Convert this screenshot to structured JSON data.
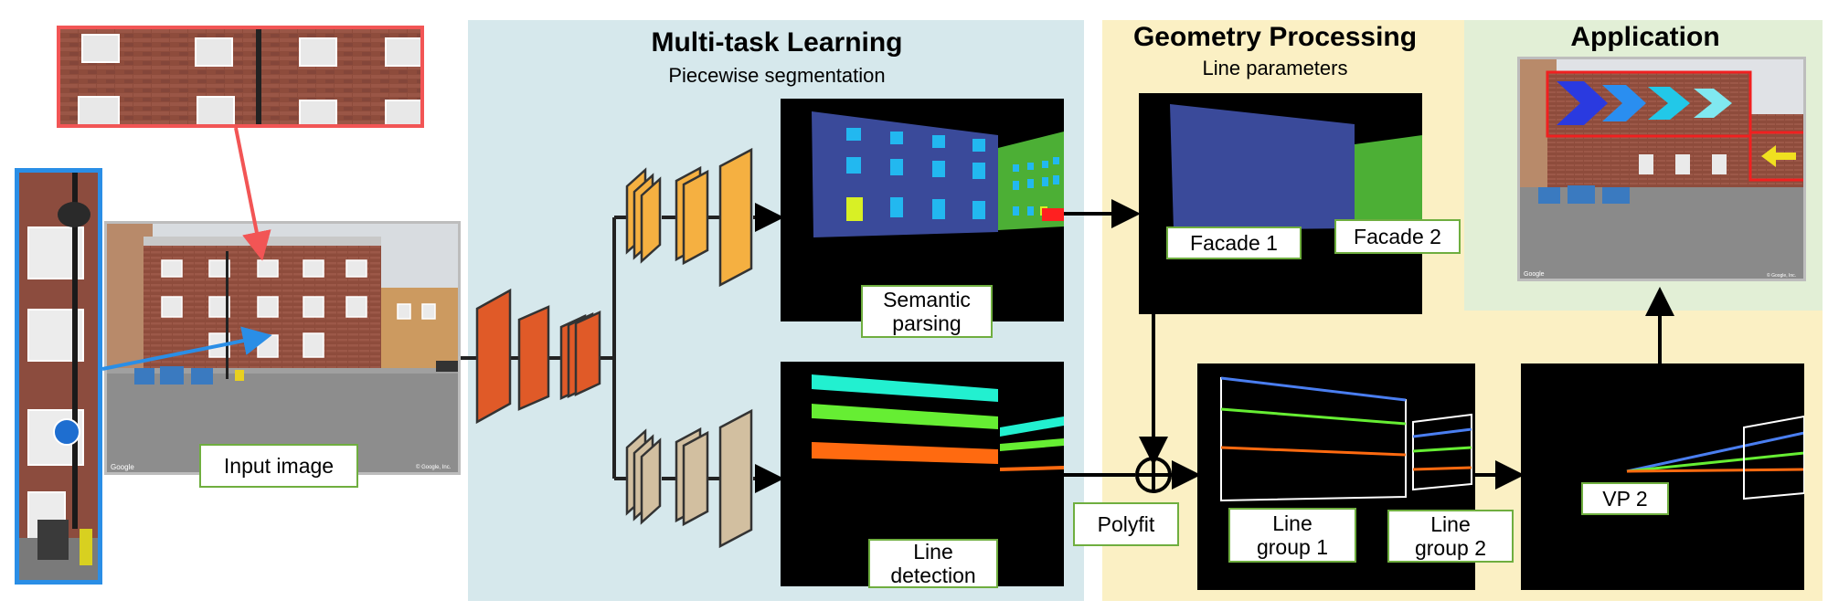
{
  "sections": {
    "mtl_title": "Multi-task Learning",
    "mtl_subtitle": "Piecewise segmentation",
    "geo_title": "Geometry Processing",
    "geo_subtitle": "Line parameters",
    "app_title": "Application"
  },
  "labels": {
    "input_image": "Input image",
    "semantic_parsing": "Semantic parsing",
    "line_detection": "Line detection",
    "facade_1": "Facade 1",
    "facade_2": "Facade 2",
    "polyfit": "Polyfit",
    "line_group_1": "Line group 1",
    "line_group_2": "Line group 2",
    "vp_2": "VP 2"
  },
  "watermarks": {
    "google": "Google",
    "copyright": "© Google, Inc."
  },
  "colors": {
    "mtl_bg": "#d6e8ec",
    "geo_bg": "#fbf0c4",
    "app_bg": "#e2efd6",
    "label_border": "#6fae3f",
    "encoder": "#e05a28",
    "seg_decoder": "#f5b041",
    "line_decoder": "#d2bfa0",
    "facade_blue": "#3a4a9a",
    "facade_green": "#4caf35",
    "window_cyan": "#22b8f0",
    "window_yellow": "#d8f025",
    "door_red": "#ff2020",
    "line_cyan": "#22f0d0",
    "line_green": "#66ee33",
    "line_orange": "#ff6a10",
    "line_blue": "#4a7ef0",
    "crop_red": "#f25555",
    "crop_blue": "#2a8ee6"
  }
}
